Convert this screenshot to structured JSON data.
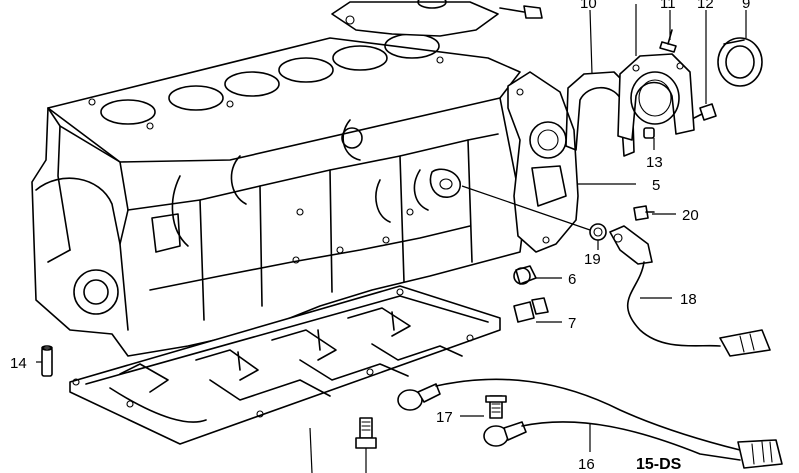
{
  "diagram": {
    "callouts": [
      {
        "id": "p10",
        "label": "10"
      },
      {
        "id": "p11",
        "label": "11"
      },
      {
        "id": "p12",
        "label": "12"
      },
      {
        "id": "p9",
        "label": "9"
      },
      {
        "id": "p13",
        "label": "13"
      },
      {
        "id": "p5",
        "label": "5"
      },
      {
        "id": "p20",
        "label": "20"
      },
      {
        "id": "p19",
        "label": "19"
      },
      {
        "id": "p6",
        "label": "6"
      },
      {
        "id": "p18",
        "label": "18"
      },
      {
        "id": "p7",
        "label": "7"
      },
      {
        "id": "p14",
        "label": "14"
      },
      {
        "id": "p17",
        "label": "17"
      },
      {
        "id": "p16",
        "label": "16"
      }
    ],
    "code": "15-DS"
  }
}
